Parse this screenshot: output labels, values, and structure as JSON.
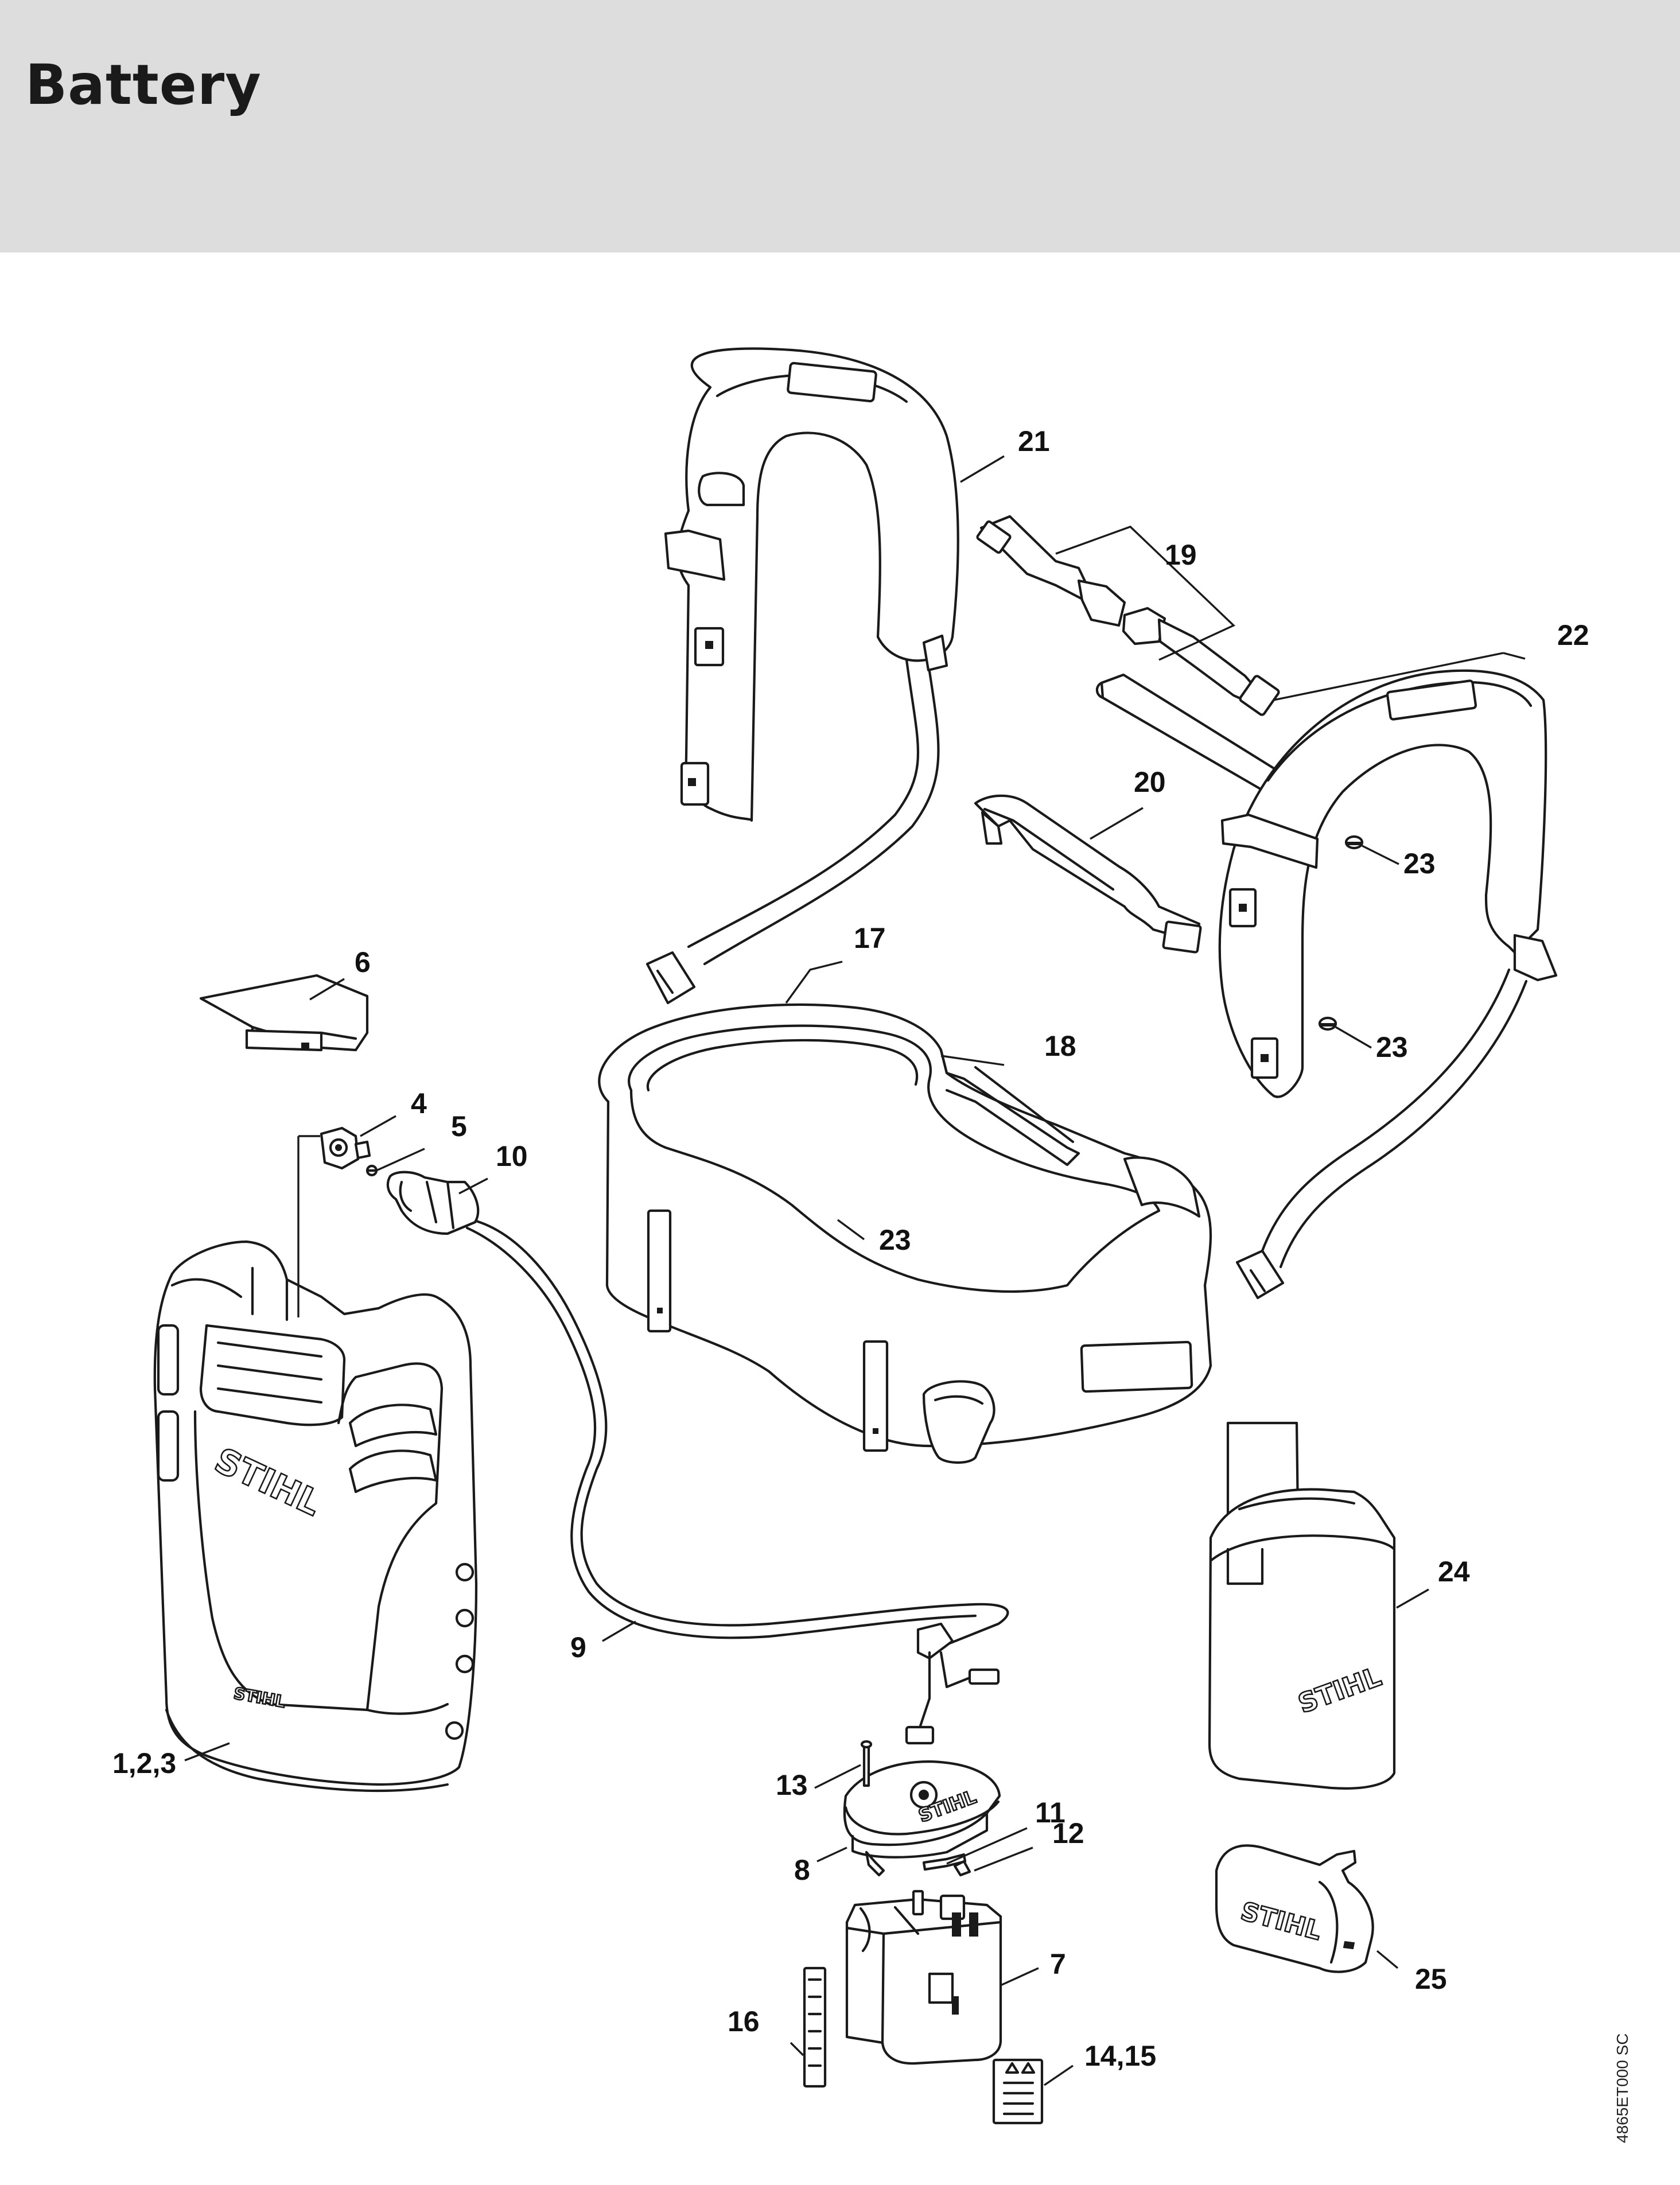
{
  "header": {
    "title": "Battery"
  },
  "callouts": {
    "c_1_2_3": "1,2,3",
    "c_4": "4",
    "c_5": "5",
    "c_6": "6",
    "c_7": "7",
    "c_8": "8",
    "c_9": "9",
    "c_10": "10",
    "c_11": "11",
    "c_12": "12",
    "c_13": "13",
    "c_14_15": "14,15",
    "c_16": "16",
    "c_17": "17",
    "c_18": "18",
    "c_19": "19",
    "c_20": "20",
    "c_21": "21",
    "c_22": "22",
    "c_23a": "23",
    "c_23b": "23",
    "c_23c": "23",
    "c_24": "24",
    "c_25": "25"
  },
  "brand_marks": [
    "STIHL",
    "STIHL",
    "STIHL",
    "STIHL",
    "STIHL"
  ],
  "drawing_code": "4865ET000 SC",
  "colors": {
    "header_band": "#dcdddc",
    "ink": "#1a1a1a",
    "paper": "#ffffff"
  }
}
